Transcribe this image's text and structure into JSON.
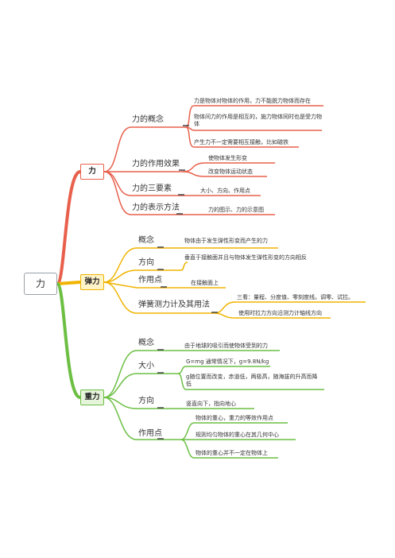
{
  "root": "力",
  "colors": {
    "red": "#e8604c",
    "yellow": "#f0b400",
    "green": "#6cbf43",
    "dark": "#444444"
  },
  "branches": {
    "force": {
      "label": "力",
      "concept": {
        "label": "力的概念",
        "items": [
          "力是物体对物体的作用，力不能脱力物体而存在",
          "物体间力的作用是相互的，施力物体同时也是受力物体",
          "产生力不一定需要相互接触，比如磁铁"
        ]
      },
      "effect": {
        "label": "力的作用效果",
        "items": [
          "使物体发生形变",
          "改变物体运动状态"
        ]
      },
      "elements": {
        "label": "力的三要素",
        "item": "大小、方向、作用点"
      },
      "repr": {
        "label": "力的表示方法",
        "item": "力的图示、力的示意图"
      }
    },
    "elastic": {
      "label": "弹力",
      "concept": {
        "label": "概念",
        "item": "物体由于发生弹性形变而产生的力"
      },
      "direction": {
        "label": "方向",
        "item": "垂直于接触面并且与物体发生弹性形变的方向相反"
      },
      "point": {
        "label": "作用点",
        "item": "在接触面上"
      },
      "meter": {
        "label": "弹簧测力计及其用法",
        "items": [
          "三看：量程、分度值、零刻度线。调零、试拉。",
          "使用时拉力方向沿测力计轴线方向"
        ]
      }
    },
    "gravity": {
      "label": "重力",
      "concept": {
        "label": "概念",
        "item": "由于地球的吸引而使物体受到的力"
      },
      "size": {
        "label": "大小",
        "items": [
          "G=mg  通常情况下，g=9.8N/kg",
          "g随位置而改变，赤道低，两极高，随海拔的升高而降低"
        ]
      },
      "direction": {
        "label": "方向",
        "item": "竖直向下，指向地心"
      },
      "point": {
        "label": "作用点",
        "items": [
          "物体的重心，重力的等效作用点",
          "规则均匀物体的重心在其几何中心",
          "物体的重心并不一定在物体上"
        ]
      }
    }
  }
}
